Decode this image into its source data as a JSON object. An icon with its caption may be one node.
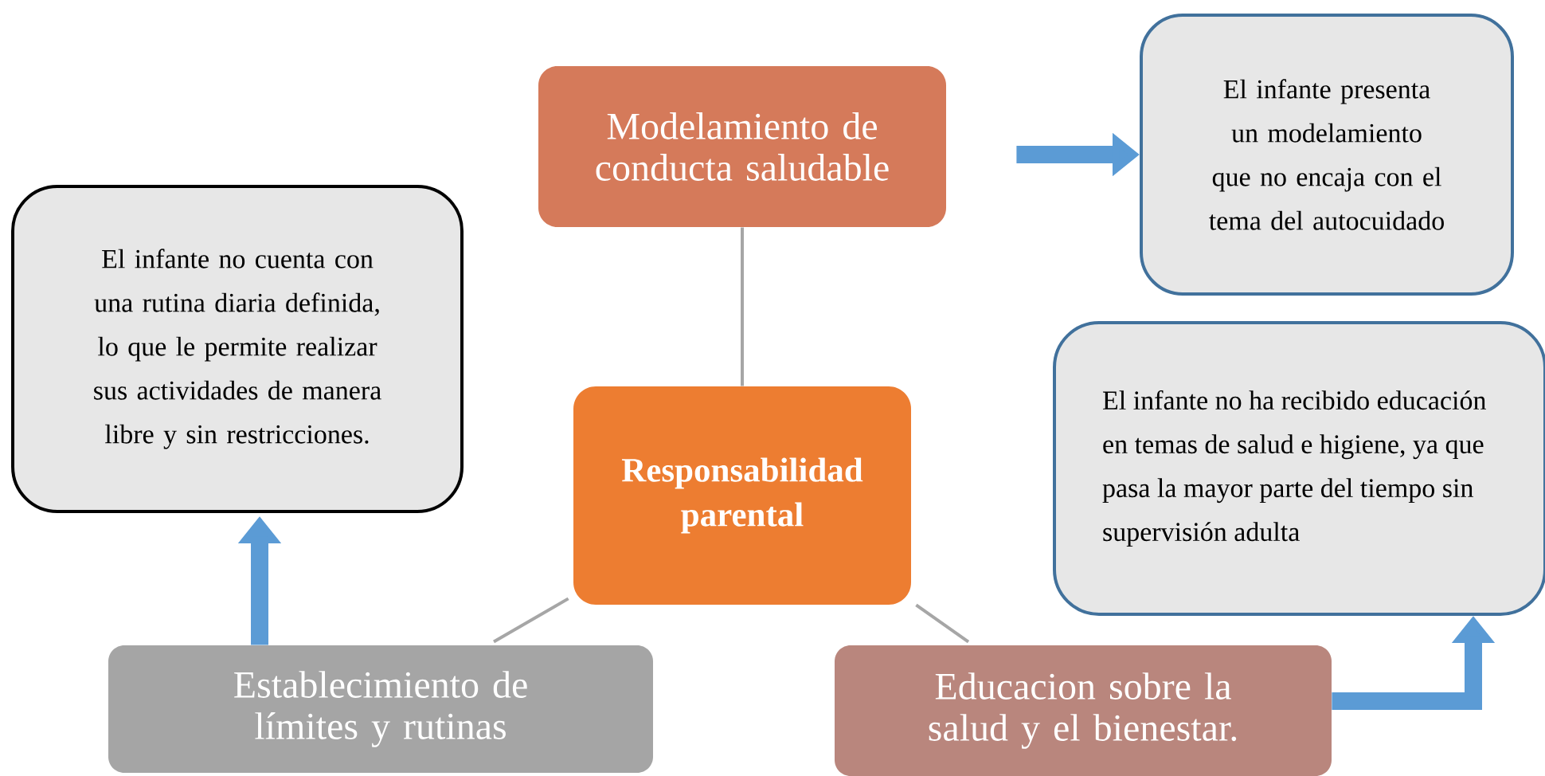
{
  "diagram": {
    "nodes": [
      {
        "text": [
          "Responsabilidad parental"
        ]
      },
      {
        "text": [
          "Modelamiento de conducta saludable"
        ]
      },
      {
        "text": [
          "Establecimiento de límites y rutinas"
        ]
      },
      {
        "text": [
          "Educacion sobre la salud y el bienestar."
        ]
      },
      {
        "text": [
          "El infante presenta un modelamiento que no encaja con el tema del autocuidado"
        ]
      },
      {
        "text": [
          "El infante no cuenta con una rutina diaria definida, lo que le permite realizar sus actividades de manera libre y sin restricciones."
        ]
      },
      {
        "text": [
          "El infante no ha recibido educación en temas de salud e higiene, ya que pasa la mayor parte del tiempo sin supervisión adulta"
        ]
      }
    ],
    "edges": [
      {
        "from": 0,
        "to": 1,
        "arrow": "none",
        "color": "#a6a6a6"
      },
      {
        "from": 0,
        "to": 2,
        "arrow": "none",
        "color": "#a6a6a6"
      },
      {
        "from": 0,
        "to": 3,
        "arrow": "none",
        "color": "#a6a6a6"
      },
      {
        "from": 1,
        "to": 4,
        "arrow": "to",
        "style": "thick",
        "color": "#5b9bd5"
      },
      {
        "from": 2,
        "to": 5,
        "arrow": "to",
        "style": "thick",
        "color": "#5b9bd5"
      },
      {
        "from": 3,
        "to": 6,
        "arrow": "to",
        "style": "thick",
        "color": "#5b9bd5"
      }
    ]
  }
}
